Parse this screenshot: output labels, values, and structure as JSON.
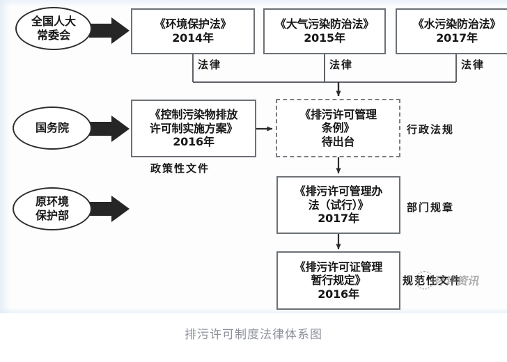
{
  "caption": "排污许可制度法律体系图",
  "watermark": {
    "logo": "circle-logo-icon",
    "text": "环评资讯"
  },
  "actors": [
    {
      "id": "npc",
      "label_lines": [
        "全国人大",
        "常委会"
      ]
    },
    {
      "id": "state-council",
      "label_lines": [
        "国务院"
      ]
    },
    {
      "id": "mep",
      "label_lines": [
        "原环境",
        "保护部"
      ]
    }
  ],
  "documents": [
    {
      "id": "env-protection-law",
      "lines": [
        "《环境保护法》",
        "2014年"
      ],
      "style": "solid",
      "category": "法律"
    },
    {
      "id": "air-pollution-law",
      "lines": [
        "《大气污染防治法》",
        "2015年"
      ],
      "style": "solid",
      "category": "法律"
    },
    {
      "id": "water-pollution-law",
      "lines": [
        "《水污染防治法》",
        "2017年"
      ],
      "style": "solid",
      "category": "法律"
    },
    {
      "id": "permit-implementation-plan",
      "lines": [
        "《控制污染物排放",
        "许可制实施方案》",
        "2016年"
      ],
      "style": "solid",
      "category": "政策性文件"
    },
    {
      "id": "permit-management-regulation",
      "lines": [
        "《排污许可管理",
        "条例》",
        "待出台"
      ],
      "style": "dashed",
      "category": "行政法规"
    },
    {
      "id": "permit-management-measures",
      "lines": [
        "《排污许可管理办",
        "法（试行）》",
        "2017年"
      ],
      "style": "solid",
      "category": "部门规章"
    },
    {
      "id": "permit-interim-provisions",
      "lines": [
        "《排污许可证管理",
        "暂行规定》",
        "2016年"
      ],
      "style": "solid",
      "category": "规范性文件"
    }
  ],
  "category_labels": {
    "law_1": "法律",
    "law_2": "法律",
    "law_3": "法律",
    "policy_doc": "政策性文件",
    "admin_regulation": "行政法规",
    "department_rule": "部门规章",
    "normative_doc": "规范性文件"
  },
  "colors": {
    "box_border": "#6d7176",
    "ellipse_border": "#2e2e2e",
    "arrow_thick": "#262626",
    "connector": "#5f6368",
    "text": "#161616",
    "caption": "#8d919a",
    "watermark": "#7d7d7d",
    "background": "#ffffff"
  }
}
